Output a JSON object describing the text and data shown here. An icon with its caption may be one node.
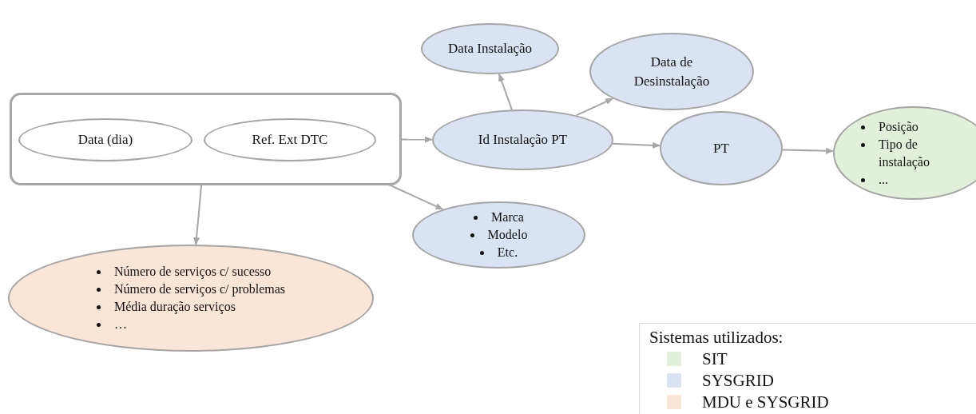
{
  "diagram": {
    "nodes": [
      {
        "text": [],
        "shape": "box"
      },
      {
        "text": [
          "Data (dia)"
        ],
        "in": 0
      },
      {
        "text": [
          "Ref. Ext DTC"
        ],
        "in": 0
      },
      {
        "text": [
          "Id Instalação PT"
        ]
      },
      {
        "text": [
          "Data Instalação"
        ]
      },
      {
        "text": [
          "Data de Desinstalação"
        ]
      },
      {
        "text": [
          "PT"
        ]
      },
      {
        "text": [
          "Posição",
          "Tipo de instalação",
          "..."
        ]
      },
      {
        "text": [
          "Marca",
          "Modelo",
          "Etc."
        ]
      },
      {
        "text": [
          "Número de serviços c/ sucesso",
          "Número de serviços c/ problemas",
          "Média duração serviços",
          "…"
        ]
      }
    ],
    "edges": [
      {
        "from": 2,
        "to": 3,
        "arrow": "to"
      },
      {
        "from": 3,
        "to": 4,
        "arrow": "to"
      },
      {
        "from": 3,
        "to": 5,
        "arrow": "to"
      },
      {
        "from": 3,
        "to": 6,
        "arrow": "to"
      },
      {
        "from": 6,
        "to": 7,
        "arrow": "to"
      },
      {
        "from": 2,
        "to": 8,
        "arrow": "to"
      },
      {
        "from": 0,
        "to": 9,
        "arrow": "to"
      }
    ],
    "labels": [
      "Sistemas utilizados:"
    ],
    "legend": [
      {
        "text": "SIT",
        "color": "#e2f0d9"
      },
      {
        "text": "SYSGRID",
        "color": "#dae3f3"
      },
      {
        "text": "MDU e SYSGRID",
        "color": "#fbe5d6"
      }
    ]
  }
}
